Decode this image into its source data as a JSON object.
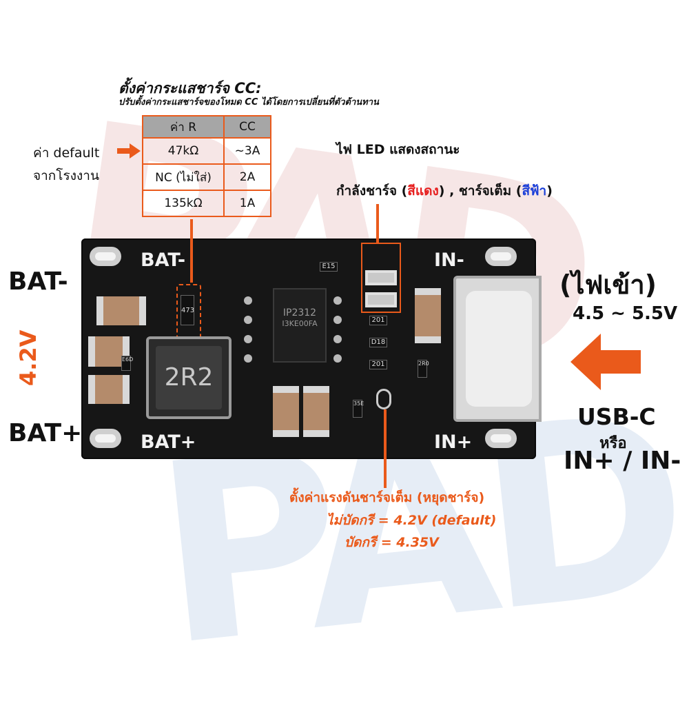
{
  "watermark": "PAD",
  "cc_setting": {
    "title": "ตั้งค่ากระแสชาร์จ CC:",
    "subtitle": "ปรับตั้งค่ากระแสชาร์จของโหมด CC ได้โดยการเปลี่ยนที่ตัวต้านทาน",
    "table": {
      "headers": [
        "ค่า R",
        "CC"
      ],
      "rows": [
        [
          "47kΩ",
          "~3A"
        ],
        [
          "NC (ไม่ใส่)",
          "2A"
        ],
        [
          "135kΩ",
          "1A"
        ]
      ]
    }
  },
  "default_label": {
    "line1": "ค่า default",
    "line2": "จากโรงงาน"
  },
  "led_note": {
    "line1": "ไฟ LED แสดงสถานะ",
    "line2_prefix": "กำลังชาร์จ (",
    "red_text": "สีแดง",
    "line2_mid": ") , ชาร์จเต็ม (",
    "blue_text": "สีฟ้า",
    "line2_suffix": ")"
  },
  "board": {
    "bat_minus": "BAT-",
    "bat_plus": "BAT+",
    "in_minus": "IN-",
    "in_plus": "IN+",
    "inductor": "2R2",
    "ic_line1": "IP2312",
    "ic_line2": "I3KE00FA",
    "resistor_r": "473",
    "res_codes": [
      "E15",
      "201",
      "D18",
      "201",
      "2R0",
      "E6D",
      "35E"
    ]
  },
  "input": {
    "title": "(ไฟเข้า)",
    "range": "4.5 ~ 5.5V",
    "usbc": "USB-C",
    "or": "หรือ",
    "pins": "IN+ / IN-"
  },
  "battery": {
    "minus": "BAT-",
    "plus": "BAT+",
    "voltage": "4.2V"
  },
  "full_voltage": {
    "title": "ตั้งค่าแรงดันชาร์จเต็ม (หยุดชาร์จ)",
    "opt1": "ไม่บัดกรี = 4.2V (default)",
    "opt2": "บัดกรี = 4.35V"
  },
  "colors": {
    "accent": "#ea5a1b",
    "red": "#e61c1c",
    "blue": "#1b3fd8",
    "board": "#161616"
  }
}
